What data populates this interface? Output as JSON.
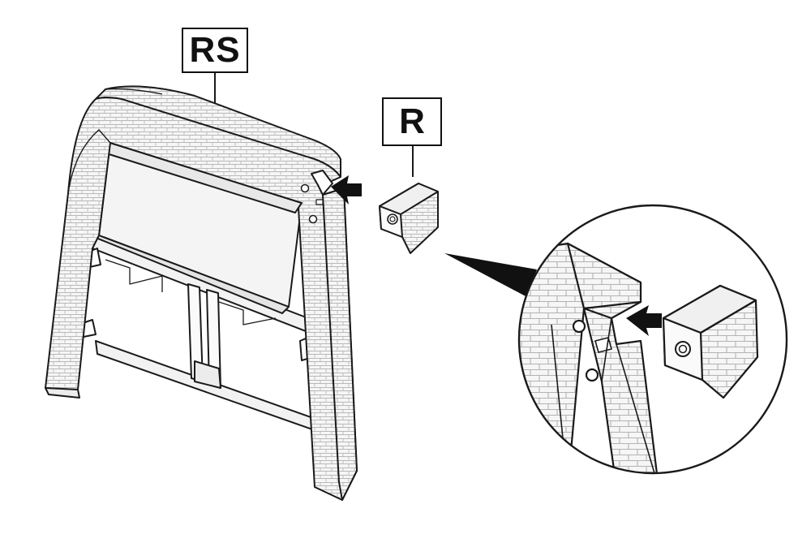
{
  "labels": {
    "side_panel": "RS",
    "cap_part": "R"
  },
  "colors": {
    "line": "#1a1a1a",
    "fill": "#f4f4f4",
    "texture": "#b8b8b8",
    "background": "#ffffff"
  },
  "icons": [
    "side-panel-frame-illustration",
    "end-cap-part-illustration",
    "insert-arrow-icon",
    "pointer-wedge",
    "magnified-detail-circle"
  ]
}
